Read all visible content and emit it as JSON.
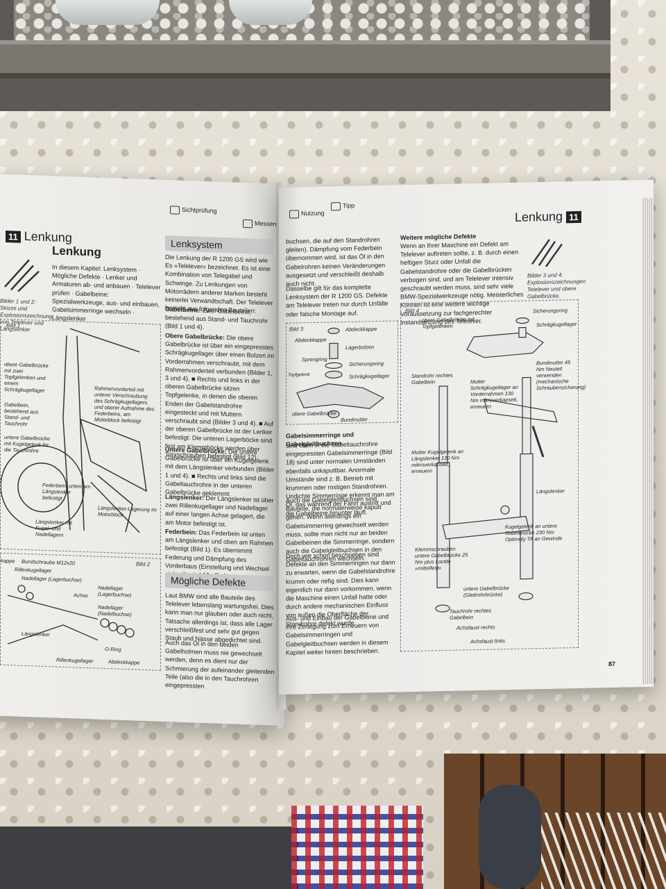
{
  "left_page": {
    "chapter_number": "11",
    "chapter_title": "Lenkung",
    "header_icon_1": "Sichtprüfung",
    "header_icon_2": "Messen",
    "intro_heading": "Lenkung",
    "intro_text": "In diesem Kapitel: Lenksystem · Mögliche Defekte · Lenker und Armaturen ab- und anbauen · Telelever prüfen · Gabelbeine: Spezialwerkzeuge, aus- und einbauen, Gabelsimmerringe wechseln · Längslenker",
    "caption_1": "Bilder 1 und 2: Skizze und Explosionszeichnung von Telelever und Längslenker",
    "fig1_title": "Bild 1",
    "fig1_labels": [
      "obere Gabelbrücke mit zwei Topfgelenken und einem Schrägkugellager",
      "Gabelbein, bestehend aus Stand- und Tauchrohr",
      "untere Gabelbrücke mit Kugelgelenk für die Tauchrohre",
      "Rahmenvorderteil mit unterer Verschraubung des Schrägkugellagers und oberer Aufnahme des Federbeins, am Motorblock befestigt",
      "Federbein, unten am Längslenker befestigt",
      "Längslenker-Lagerung im Motorblock",
      "Längslenker mit Kugel- und Nadellagern"
    ],
    "fig2_title": "Bild 2",
    "fig2_labels": [
      "kappe",
      "Bundschraube M12x20",
      "Rillenkugellager",
      "Nadellager (Lagerbuchse)",
      "Achse",
      "Nadellager (Lagerbuchse)",
      "Nadellager (Nadelbuchse)",
      "Längslenker",
      "O-Ring",
      "Rillenkugellager",
      "Abdeckkappe"
    ],
    "section_lenksystem": "Lenksystem",
    "lenksystem_text": "Die Lenkung der R 1200 GS wird wie Es »Telelever« bezeichnet. Es ist eine Kombination von Telegabel und Schwinge. Zu Lenkungen von Motorrädern anderer Marken besteht keinerlei Verwandtschaft. Der Telelever besteht aus folgenden Bauteilen:",
    "gabelbeine_label": "Gabelbeine:",
    "gabelbeine_text": "Zwei Gabelbeine, bestehend aus Stand- und Tauchrohr (Bild 1 und 4).",
    "obere_label": "Obere Gabelbrücke:",
    "obere_text": "Die obere Gabelbrücke ist über ein eingepresstes Schrägkugellager über einen Bolzen im Vorderrahmen verschraubt, mit dem Rahmenvorderteil verbunden (Bilder 1, 3 und 4). ■ Rechts und links in der oberen Gabelbrücke sitzen Topfgelenke, in denen die oberen Enden der Gabelstandrohre eingesteckt und mit Muttern verschraubt sind (Bilder 3 und 4). ■ Auf der oberen Gabelbrücke ist der Lenker befestigt: Die unteren Lagerböcke sind fest am Klemmböcke werden über Torxschrauben befestigt (Bild 12).",
    "untere_label": "Untere Gabelbrücke:",
    "untere_text": "Die untere Gabelbrücke ist über ein Kugelgelenk mit dem Längslenker verbunden (Bilder 1 und 4). ■ Rechts und links sind die Gabeltauchrohre in der unteren Gabelbrücke geklemmt.",
    "laengslenker_label": "Längslenker:",
    "laengslenker_text": "Der Längslenker ist über zwei Rillenkugellager und Nadellager auf einer langen Achse gelagert, die am Motor befestigt ist.",
    "federbein_label": "Federbein:",
    "federbein_text": "Das Federbein ist unten am Längslenker und oben am Rahmen befestigt (Bild 1). Es übernimmt Federung und Dämpfung des Vorderbaus (Einstellung und Wechsel siehe Kapitel 10 »Federung · Dämpfung«).",
    "section_defekte": "Mögliche Defekte",
    "defekte_text": "Laut BMW sind alle Bauteile des Telelever lebenslang wartungsfrei. Dies kann man nur glauben oder auch nicht, Tatsache allerdings ist, dass alle Lager verschleißfest und sehr gut gegen Staub und Nässe abgedichtet sind.",
    "defekte_text_2": "Auch das Öl in den beiden Gabelholmen muss nie gewechselt werden, denn es dient nur der Schmierung der aufeinander gleitenden Teile (also die in den Tauchrohren eingepressten"
  },
  "right_page": {
    "header_icon_1": "Nutzung",
    "header_icon_2": "Tipp",
    "chapter_title": "Lenkung",
    "chapter_number": "11",
    "col1_text_top": "buchsen, die auf den Standrohren gleiten). Dämpfung vom Federbein übernommen wird, ist das Öl in den Gabelrohren keinen Veränderungen ausgesetzt und verschleißt deshalb auch nicht.",
    "col1_text_mid": "Dasselbe gilt für das komplette Lenksystem der R 1200 GS. Defekte am Telelever treten nur durch Unfälle oder falsche Montage auf.",
    "fig3_title": "Bild 3",
    "fig3_labels": [
      "Abdeckkappe",
      "Abdeckkappe",
      "Lagerbolzen",
      "Sprengring",
      "Sicherungsring",
      "Schrägkugellager",
      "obere Gabelbrücke",
      "Bundmutter",
      "Topfgelenk"
    ],
    "gabelsimmer_heading": "Gabelsimmerringe und Gabelgleitbuchsen",
    "gabelsimmer_text": "sind oben in die Gabeltauchrohre eingepressten Gabelsimmerringe (Bild 18) sind unter normalen Umständen ebenfalls unkaputtbar. Anormale Umstände sind z. B. Betrieb mit krummen oder rostigen Standrohren. Undichte Simmerringe erkennt man am Öl, das während der Fahrt austritt und die Gabelbeine hinunter läuft.",
    "gleitbuchsen_text": "Auch die Gabelgleitbuchsen sind Bauteile, die normalerweise kaputt gehen. Wenn allerdings ein Gabelsimmerring gewechselt werden muss, sollte man nicht nur an beiden Gabelbeinen die Simmerringe, sondern auch die Gabelgleitbuchsen in den Gabeltauchrohren wechseln.",
    "schon_text": "Doch wie schon beschrieben sind Defekte an den Simmerringen nur dann zu erwarten, wenn die Gabelstandrohre krumm oder riefig sind. Dies kann eigentlich nur dann vorkommen, wenn die Maschine einen Unfall hatte oder durch andere mechanischen Einfluss von außen die Oberfläche der Standrohre defekt wurde.",
    "ausbau_text": "Aus- und Einbau der Gabelbeine und ihre Zerlegung zum Erneuern von Gabelsimmerringen und Gabelgleitbuchsen werden in diesem Kapitel weiter hinten beschrieben.",
    "weitere_heading": "Weitere mögliche Defekte",
    "weitere_text": "Wenn an Ihrer Maschine ein Defekt am Telelever auftreten sollte, z. B. durch einen heftigen Sturz oder Unfall die Gabelstandrohre oder die Gabelbrücken verbogen sind, und am Telelever intensiv geschraubt werden muss, sind sehr viele BMW-Spezialwerkzeuge nötig. Meisterliches Können ist eine weitere wichtige Voraussetzung zur fachgerechter Instandsetzung des Telelever.",
    "caption_3_4": "Bilder 3 und 4: Explosionszeichnungen Telelever und obere Gabelbrücke.",
    "fig4_title": "Bild 4",
    "fig4_labels": [
      "obere Gabelbrücke mit Topfgelenken",
      "Sicherungsring",
      "Schrägkugellager",
      "Bundmutter 45 Nm Neuteil verwenden (mechanische Schraubensicherung)",
      "Standrohr rechtes Gabelbein",
      "Mutter Schrägkugellager an Vorderrahmen 130 Nm mikroverkapselt, erneuern",
      "Mutter Kugelgelenk an Längslenker 130 Nm mikroverkapselt, erneuern",
      "Längslenker",
      "Kugelgelenk an untere Gabelbrücke 230 Nm Optimoly TA an Gewinde",
      "Klemmschrauben untere Gabelbrücke 25 Nm plus Loctite »mittelfest«",
      "untere Gabelbrücke (Gleitrohrbrücke)",
      "Tauchrohr rechtes Gabelbein",
      "Achsfaust rechts",
      "Achsfaust links"
    ],
    "page_number": "87"
  }
}
